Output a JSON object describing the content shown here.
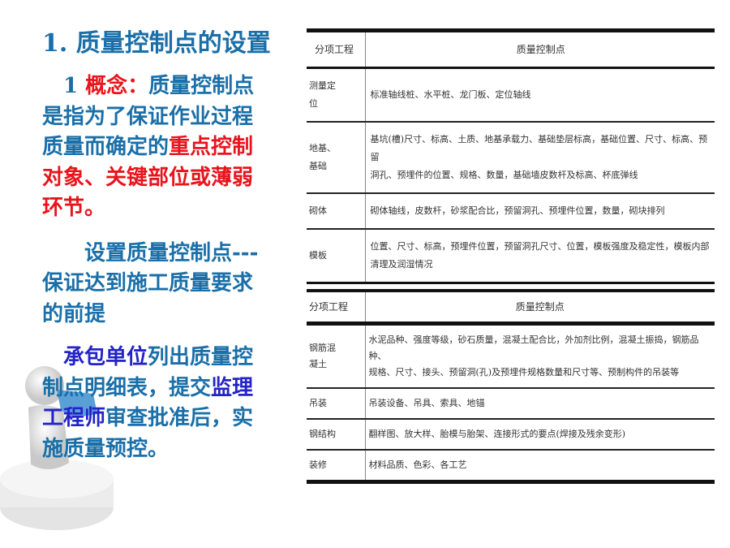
{
  "left": {
    "title": "1. 质量控制点的设置",
    "p1": {
      "num": "1 ",
      "label": "概念：",
      "l1": "质量控制点",
      "l2": "是指为了保证作业过程",
      "l3a": "质量而确定的",
      "l3b": "重点控制",
      "l4": "对象、关键部位或薄弱",
      "l5": "环节。"
    },
    "p2": {
      "l1": "设置质量控制点---",
      "l2": "保证达到施工质量要求",
      "l3": "的前提"
    },
    "p3": {
      "a": "承包单位",
      "b": "列出质量控",
      "l2a": "制点明细表，提交",
      "l2b": "监理",
      "l3a": "工程师",
      "l3b": "审查批准后，实",
      "l4": "施质量预控。"
    }
  },
  "table1": {
    "headers": [
      "分项工程",
      "质量控制点"
    ],
    "rows": [
      {
        "item": "测量定位",
        "points": [
          "标准轴线桩、水平桩、龙门板、定位轴线"
        ]
      },
      {
        "item": "地基、基础",
        "points": [
          "基坑(槽)尺寸、标高、土质、地基承载力、基础垫层标高，基础位置、尺寸、标高、预留",
          "洞孔、预埋件的位置、规格、数量，基础墙皮数杆及标高、杯底弹线"
        ]
      },
      {
        "item": "砌体",
        "points": [
          "砌体轴线，皮数杆，砂浆配合比，预留洞孔、预埋件位置，数量，砌块排列"
        ]
      },
      {
        "item": "模板",
        "points": [
          "位置、尺寸、标高，预埋件位置，预留洞孔尺寸、位置，模板强度及稳定性，模板内部",
          "清理及润湿情况"
        ]
      }
    ]
  },
  "table2": {
    "headers": [
      "分项工程",
      "质量控制点"
    ],
    "rows": [
      {
        "item": "钢筋混凝土",
        "points": [
          "水泥品种、强度等级，砂石质量，混凝土配合比，外加剂比例，混凝土振捣，钢筋品种、",
          "规格、尺寸、接头、预留洞(孔)及预埋件规格数量和尺寸等、预制构件的吊装等"
        ]
      },
      {
        "item": "吊装",
        "points": [
          "吊装设备、吊具、索具、地锚"
        ]
      },
      {
        "item": "钢结构",
        "points": [
          "翻样图、放大样、胎模与胎架、连接形式的要点(焊接及残余变形)"
        ]
      },
      {
        "item": "装修",
        "points": [
          "材料品质、色彩、各工艺"
        ]
      }
    ]
  },
  "colors": {
    "main": "#1a6fa8",
    "red": "#e8141c",
    "accent": "#2323c8"
  }
}
